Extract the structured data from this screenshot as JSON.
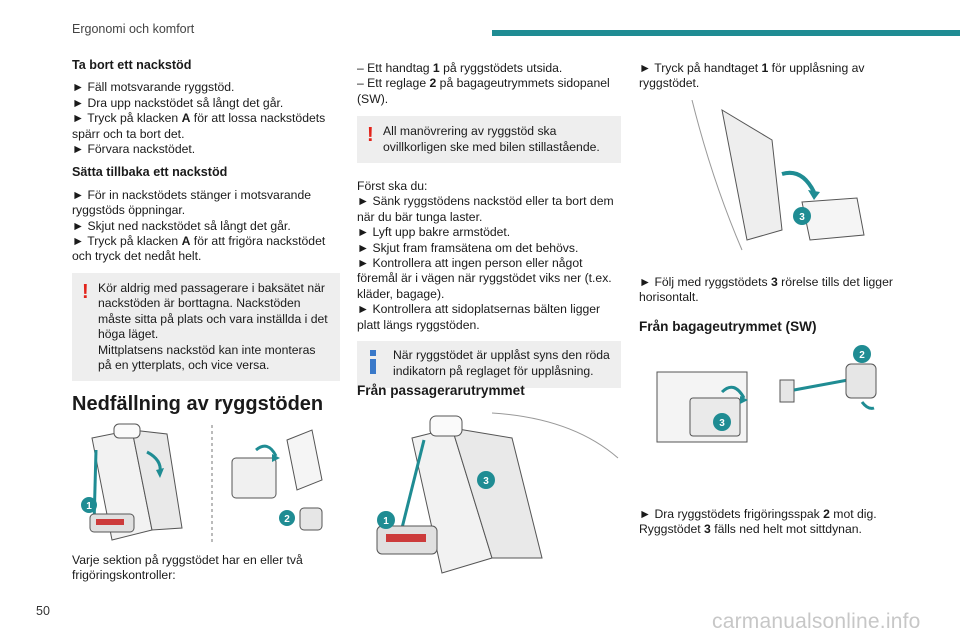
{
  "header": {
    "section": "Ergonomi och komfort",
    "page_number": "50"
  },
  "watermark": "carmanualsonline.info",
  "col1": {
    "h_remove": "Ta bort ett nackstöd",
    "remove_steps": [
      "► Fäll motsvarande ryggstöd.",
      "► Dra upp nackstödet så långt det går.",
      "► Tryck på klacken ",
      "A",
      " för att lossa nackstödets spärr och ta bort det.",
      "► Förvara nackstödet."
    ],
    "h_refit": "Sätta tillbaka ett nackstöd",
    "refit_steps": [
      "► För in nackstödets stänger i motsvarande ryggstöds öppningar.",
      "► Skjut ned nackstödet så långt det går.",
      "► Tryck på klacken ",
      "A",
      " för att frigöra nackstödet och tryck det nedåt helt."
    ],
    "warning_lines": [
      "Kör aldrig med passagerare i baksätet när nackstöden är borttagna. Nackstöden måste sitta på plats och vara inställda i det höga läget.",
      "Mittplatsens nackstöd kan inte monteras på en ytterplats, och vice versa."
    ],
    "h_fold": "Nedfällning av ryggstöden",
    "fig_callouts": [
      "1",
      "2"
    ],
    "fold_intro": "Varje sektion på ryggstödet har en eller två frigöringskontroller:"
  },
  "col2": {
    "items": [
      "– Ett handtag ",
      "1",
      " på ryggstödets utsida.",
      "– Ett reglage ",
      "2",
      " på bagageutrymmets sidopanel (SW)."
    ],
    "warning": "All manövrering av ryggstöd ska ovillkorligen ske med bilen stillastående.",
    "first_intro": "Först ska du:",
    "first_steps": [
      "► Sänk ryggstödens nackstöd eller ta bort dem när du bär tunga laster.",
      "► Lyft upp bakre armstödet.",
      "► Skjut fram framsätena om det behövs.",
      "► Kontrollera att ingen person eller något föremål är i vägen när ryggstödet viks ner (t.ex. kläder, bagage).",
      "► Kontrollera att sidoplatsernas bälten ligger platt längs ryggstöden."
    ],
    "info": "När ryggstödet är upplåst syns den röda indikatorn på reglaget för upplåsning.",
    "h_passenger": "Från passagerarutrymmet",
    "fig_callouts": [
      "1",
      "3"
    ]
  },
  "col3": {
    "step1_a": "► Tryck på handtaget ",
    "step1_b": "1",
    "step1_c": " för upplåsning av ryggstödet.",
    "fig1_callout": "3",
    "step2_a": "► Följ med ryggstödets ",
    "step2_b": "3",
    "step2_c": " rörelse tills det ligger horisontalt.",
    "h_trunk": "Från bagageutrymmet (SW)",
    "fig2_callouts": [
      "2",
      "3"
    ],
    "step3_a": "► Dra ryggstödets frigöringsspak ",
    "step3_b": "2",
    "step3_c": " mot dig. Ryggstödet ",
    "step3_d": "3",
    "step3_e": " fälls ned helt mot sittdynan."
  },
  "colors": {
    "accent": "#1f8c93",
    "warning": "#e2231a",
    "info": "#3a79c9",
    "note_bg": "#eeeeee"
  }
}
